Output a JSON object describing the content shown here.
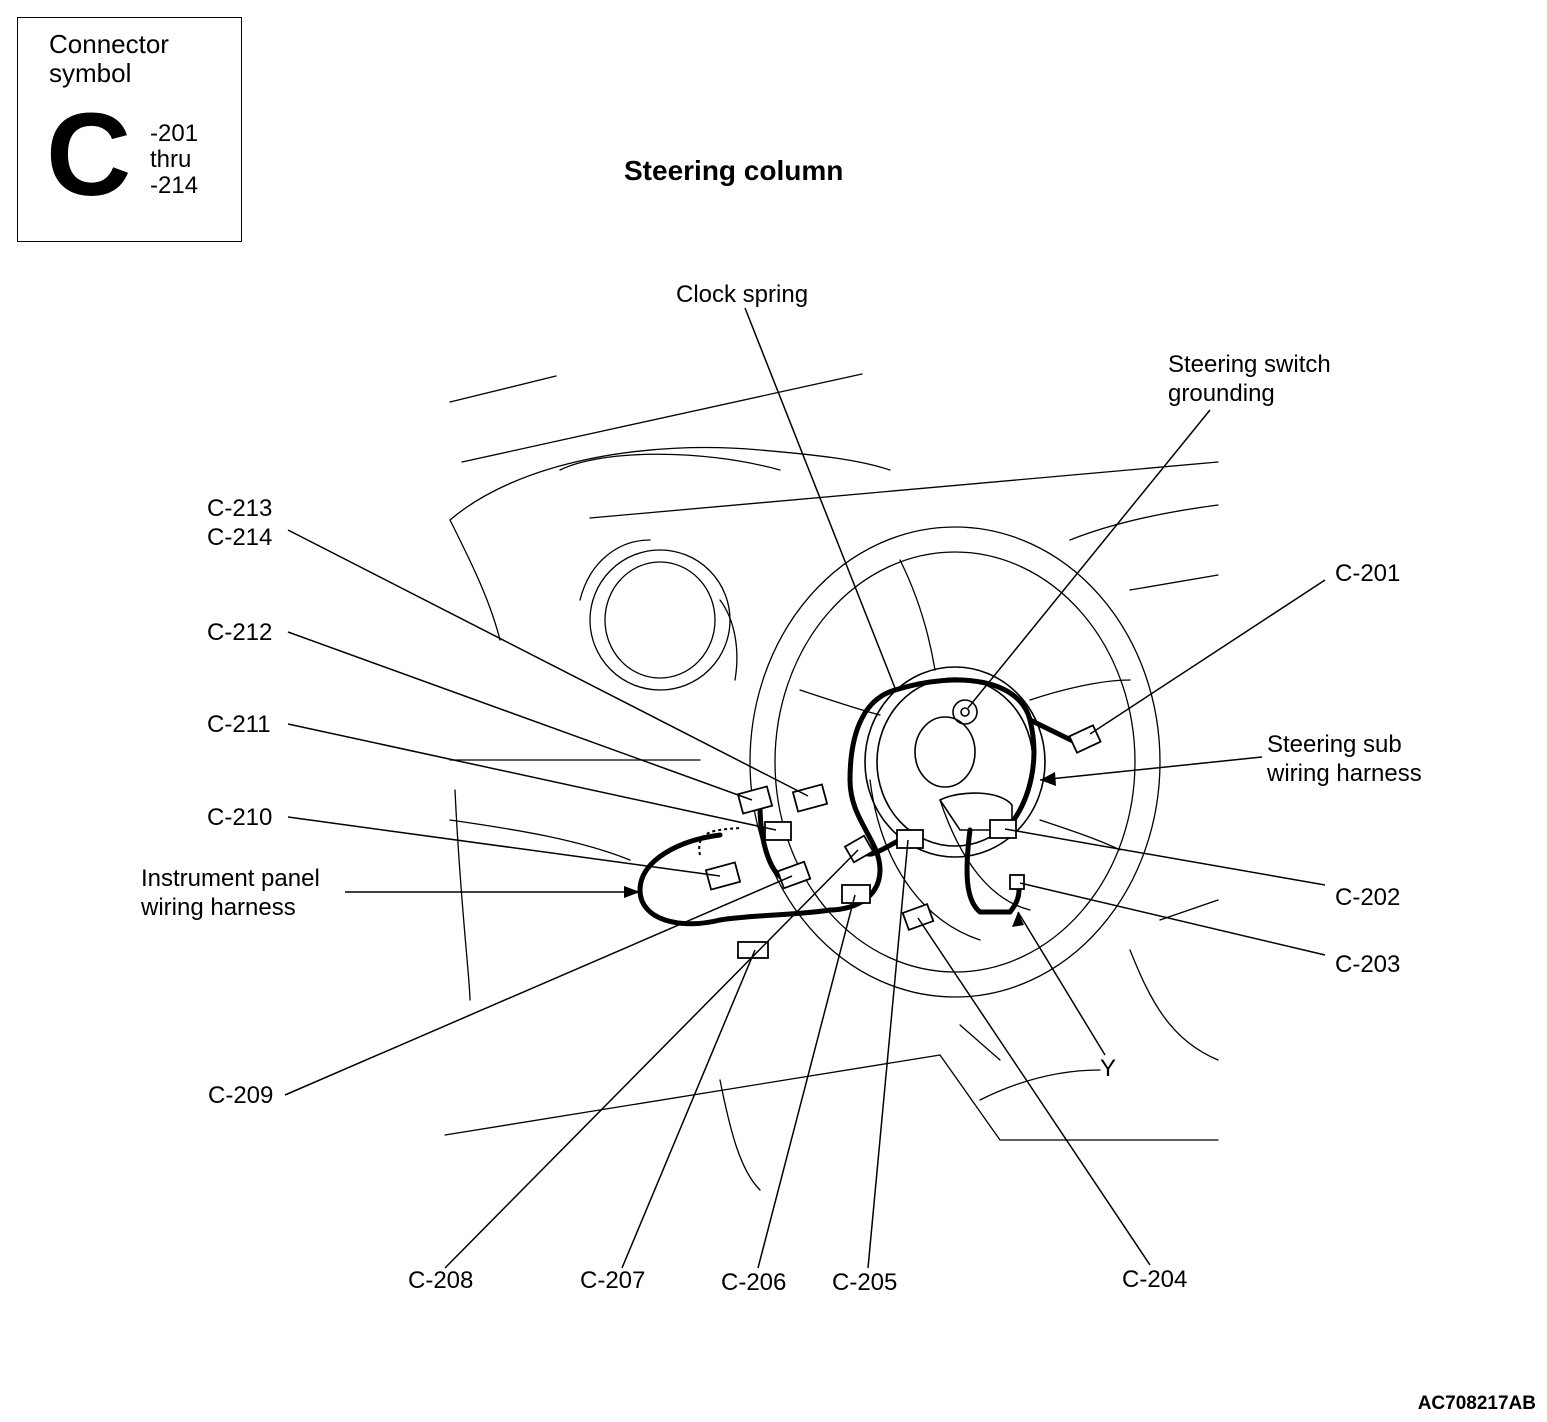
{
  "symbol_box": {
    "title": "Connector\nsymbol",
    "letter": "C",
    "range": "-201\nthru\n-214"
  },
  "title": "Steering column",
  "labels": {
    "clock_spring": "Clock spring",
    "steering_switch_grounding": "Steering switch\ngrounding",
    "steering_sub_wiring_harness": "Steering sub\nwiring harness",
    "instrument_panel_wiring_harness": "Instrument panel\nwiring harness",
    "y": "Y",
    "c201": "C-201",
    "c202": "C-202",
    "c203": "C-203",
    "c204": "C-204",
    "c205": "C-205",
    "c206": "C-206",
    "c207": "C-207",
    "c208": "C-208",
    "c209": "C-209",
    "c210": "C-210",
    "c211": "C-211",
    "c212": "C-212",
    "c213_c214": "C-213\nC-214"
  },
  "reference_code": "AC708217AB"
}
